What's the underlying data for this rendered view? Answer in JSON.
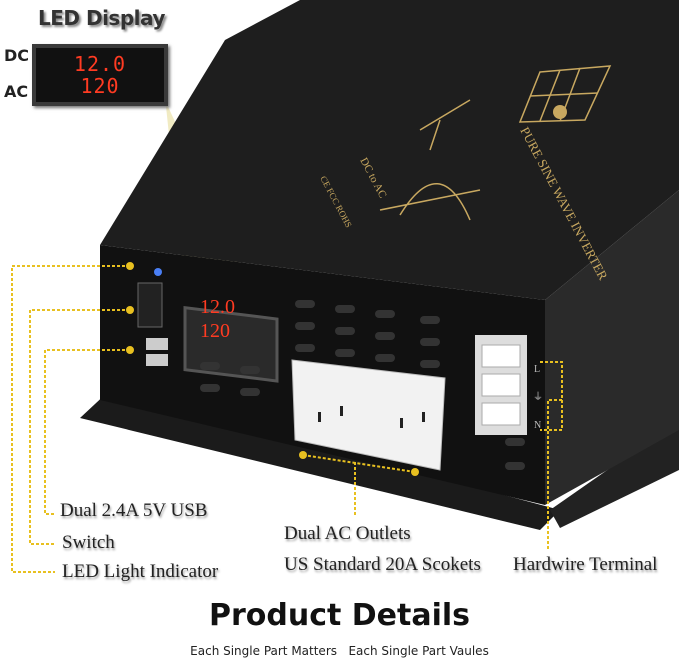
{
  "led_display": {
    "title": "LED Display",
    "dc_label": "DC",
    "ac_label": "AC",
    "dc_value": "12.0",
    "ac_value": "120"
  },
  "device": {
    "top_text": "PURE SINE WAVE INVERTER",
    "dc_to_ac": "DC to AC",
    "certs": "CE FCC ROHS",
    "front_dc_value": "12.0",
    "front_ac_value": "120",
    "terminal_labels": [
      "L",
      "⏚",
      "N"
    ]
  },
  "callouts": {
    "usb": "Dual 2.4A 5V USB",
    "switch": "Switch",
    "led_indicator": "LED Light Indicator",
    "ac_outlets_line1": "Dual AC Outlets",
    "ac_outlets_line2": "US Standard 20A Scokets",
    "hardwire": "Hardwire Terminal"
  },
  "footer": {
    "title": "Product Details",
    "subtitle": "Each Single Part Matters   Each Single Part Vaules"
  },
  "colors": {
    "callout_line": "#e8c020",
    "led_red": "#ff3b22",
    "body": "#151515"
  }
}
